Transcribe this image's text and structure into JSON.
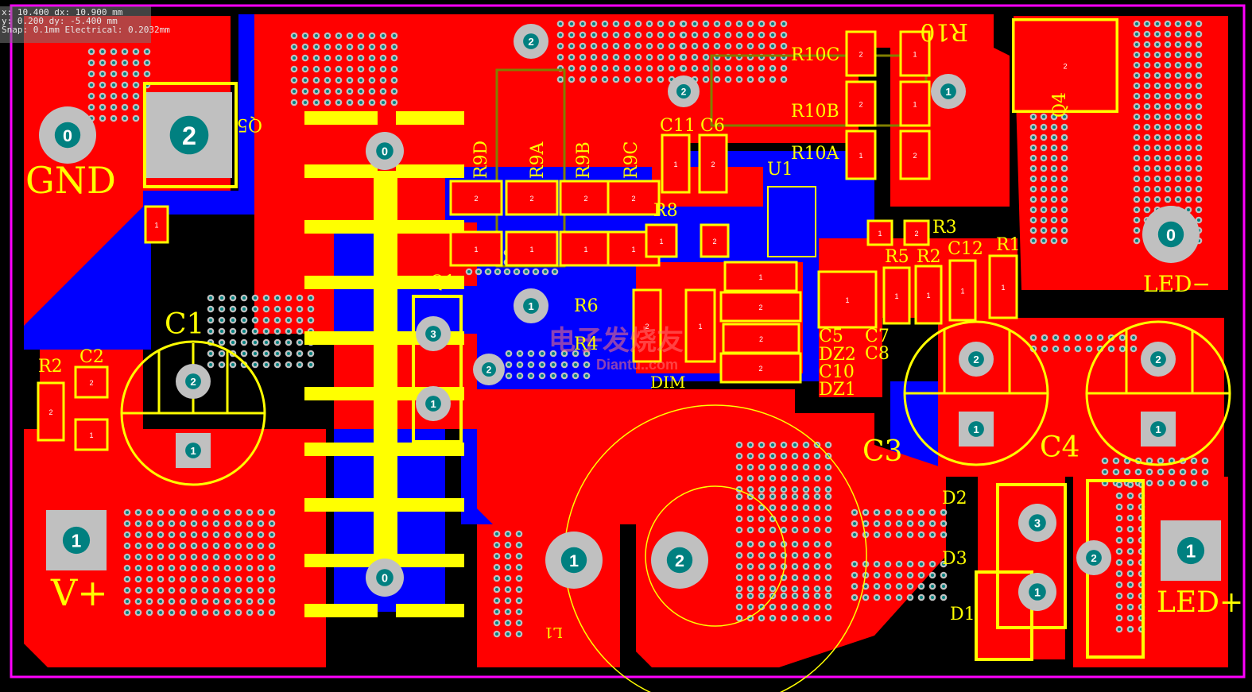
{
  "hud": {
    "line1": "x: 10.400   dx: 10.900  mm",
    "line2": "y: 0.200    dy: -5.400   mm",
    "line3": "Snap: 0.1mm Electrical: 0.2032mm"
  },
  "colors": {
    "background": "#000000",
    "top_copper": "#ff0000",
    "bottom_copper": "#0000ff",
    "silkscreen": "#ffff00",
    "pad": "#c0c0c0",
    "via_hole": "#008080",
    "board_outline": "#ff00ff"
  },
  "labels": {
    "gnd": "GND",
    "vplus": "V+",
    "led_minus": "LED−",
    "led_plus": "LED+",
    "c1": "C1",
    "c2": "C2",
    "c3": "C3",
    "c4": "C4",
    "c5": "C5",
    "c6": "C6",
    "c7": "C7",
    "c8": "C8",
    "c10": "C10",
    "c11": "C11",
    "c12": "C12",
    "r1": "R1",
    "r2_left": "R2",
    "r2": "R2",
    "r3": "R3",
    "r4": "R4",
    "r5": "R5",
    "r6": "R6",
    "r8": "R8",
    "r9a": "R9A",
    "r9b": "R9B",
    "r9c": "R9C",
    "r9d": "R9D",
    "r10": "R10",
    "r10a": "R10A",
    "r10b": "R10B",
    "r10c": "R10C",
    "q1": "Q1",
    "q4": "Q4",
    "q5": "Q5",
    "u1": "U1",
    "dz1": "DZ1",
    "dz2": "DZ2",
    "d1": "D1",
    "d2": "D2",
    "d3": "D3",
    "dim": "DIM",
    "l1": "L1",
    "watermark": "电子发烧友",
    "watermark2": "Diantu..com"
  },
  "pins": {
    "n0": "0",
    "n1": "1",
    "n2": "2",
    "n3": "3"
  }
}
